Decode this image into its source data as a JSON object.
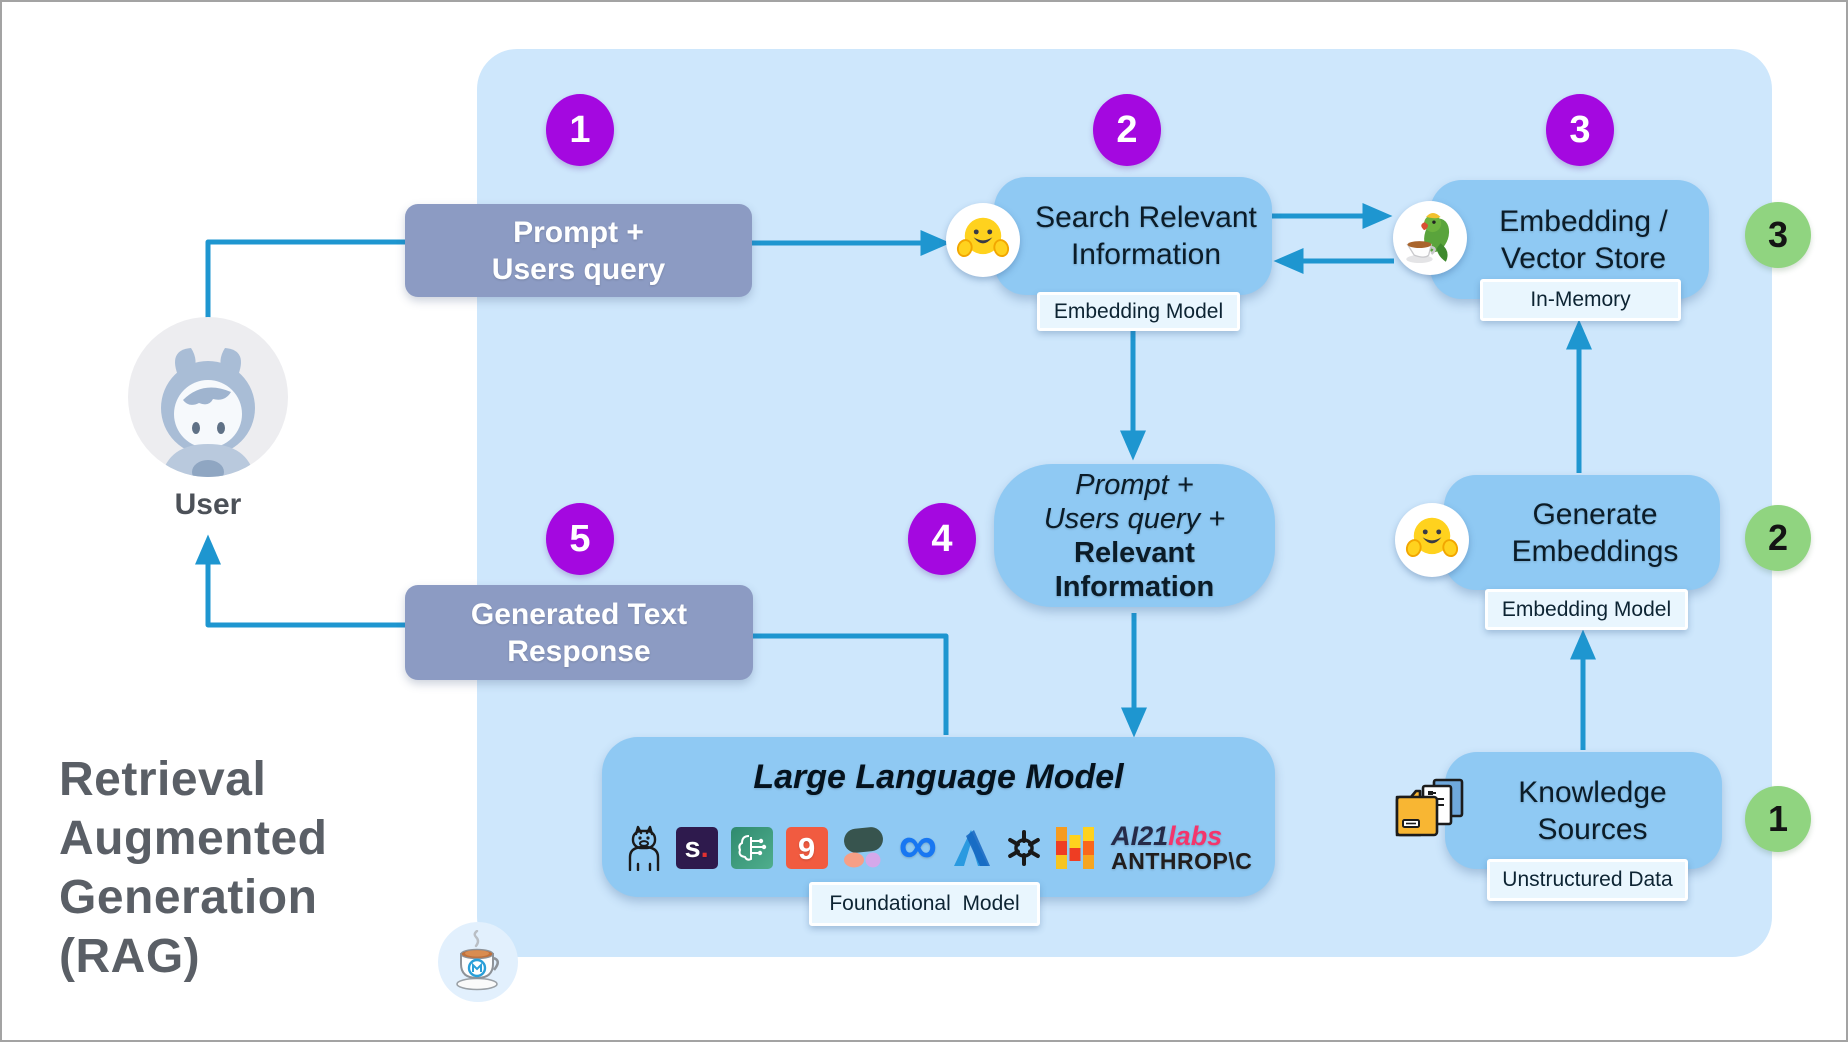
{
  "title": {
    "line1": "Retrieval",
    "line2": "Augmented",
    "line3": "Generation",
    "line4": "(RAG)"
  },
  "user": {
    "label": "User"
  },
  "badges": {
    "purple": {
      "b1": "1",
      "b2": "2",
      "b3": "3",
      "b4": "4",
      "b5": "5"
    },
    "green": {
      "g1": "1",
      "g2": "2",
      "g3": "3"
    }
  },
  "flow": {
    "prompt_box": {
      "line1": "Prompt +",
      "line2": "Users query"
    },
    "response_box": {
      "line1": "Generated Text",
      "line2": "Response"
    },
    "search": {
      "line1": "Search Relevant",
      "line2": "Information",
      "chip": "Embedding Model"
    },
    "vector": {
      "line1": "Embedding /",
      "line2": "Vector Store",
      "chip": "In-Memory"
    },
    "context": {
      "line1": "Prompt +",
      "line2": "Users query +",
      "line3": "Relevant",
      "line4": "Information"
    },
    "generate": {
      "line1": "Generate",
      "line2": "Embeddings",
      "chip": "Embedding Model"
    },
    "knowledge": {
      "line1": "Knowledge",
      "line2": "Sources",
      "chip": "Unstructured Data"
    },
    "llm": {
      "title": "Large Language Model",
      "chip": "Foundational  Model",
      "s_logo_letter": "s",
      "s_logo_dot": ".",
      "g_logo": "9",
      "meta_glyph": "∞",
      "ai21": "AI21",
      "ai21_labs": "labs",
      "anthropic": "ANTHROP\\C",
      "logo_names": [
        "llama",
        "s-dot",
        "brain-circuit",
        "g9",
        "cohere",
        "meta",
        "azure",
        "openai",
        "mosaicml",
        "ai21labs",
        "anthropic"
      ]
    }
  },
  "icons": {
    "search_icon": "hugging-face",
    "generate_icon": "hugging-face",
    "vector_icon": "parrot-teacup",
    "knowledge_icon": "folder-documents",
    "bottom_icon": "mulesoft-coffee-cup",
    "user_icon": "einstein-avatar"
  },
  "colors": {
    "container": "#cee7fc",
    "node_blue": "#8fc9f3",
    "gray_box": "#8c9bc3",
    "arrow": "#1e96d0",
    "purple_badge": "#a408e0",
    "green_badge": "#90d480",
    "chip_bg": "#e9f6fe",
    "title_gray": "#5a5f66"
  }
}
